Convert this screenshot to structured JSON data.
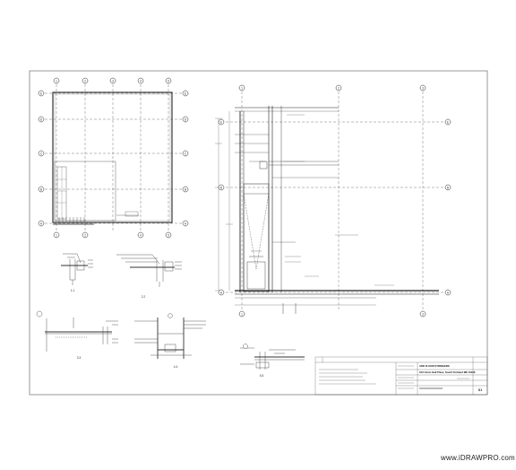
{
  "grid_bubbles": {
    "plan_cols": [
      "1",
      "2",
      "3",
      "4",
      "5"
    ],
    "plan_rows": [
      "E",
      "D",
      "C",
      "B",
      "A"
    ],
    "elev_cols": [
      "1",
      "2",
      "3"
    ],
    "elev_rows": [
      "E",
      "B",
      "A"
    ]
  },
  "detail_labels": {
    "detail_1": "1-1",
    "detail_2": "2-2",
    "detail_3": "3-3",
    "detail_4": "4-4",
    "detail_5": "5-5"
  },
  "title_block": {
    "project_line_1": "ADD FLOOR STRINGERS",
    "project_line_2": "100 Union Hall Place, South Portland ME 04106",
    "sheet_no": "S1"
  },
  "watermark": "www.iDRAWPRO.com"
}
